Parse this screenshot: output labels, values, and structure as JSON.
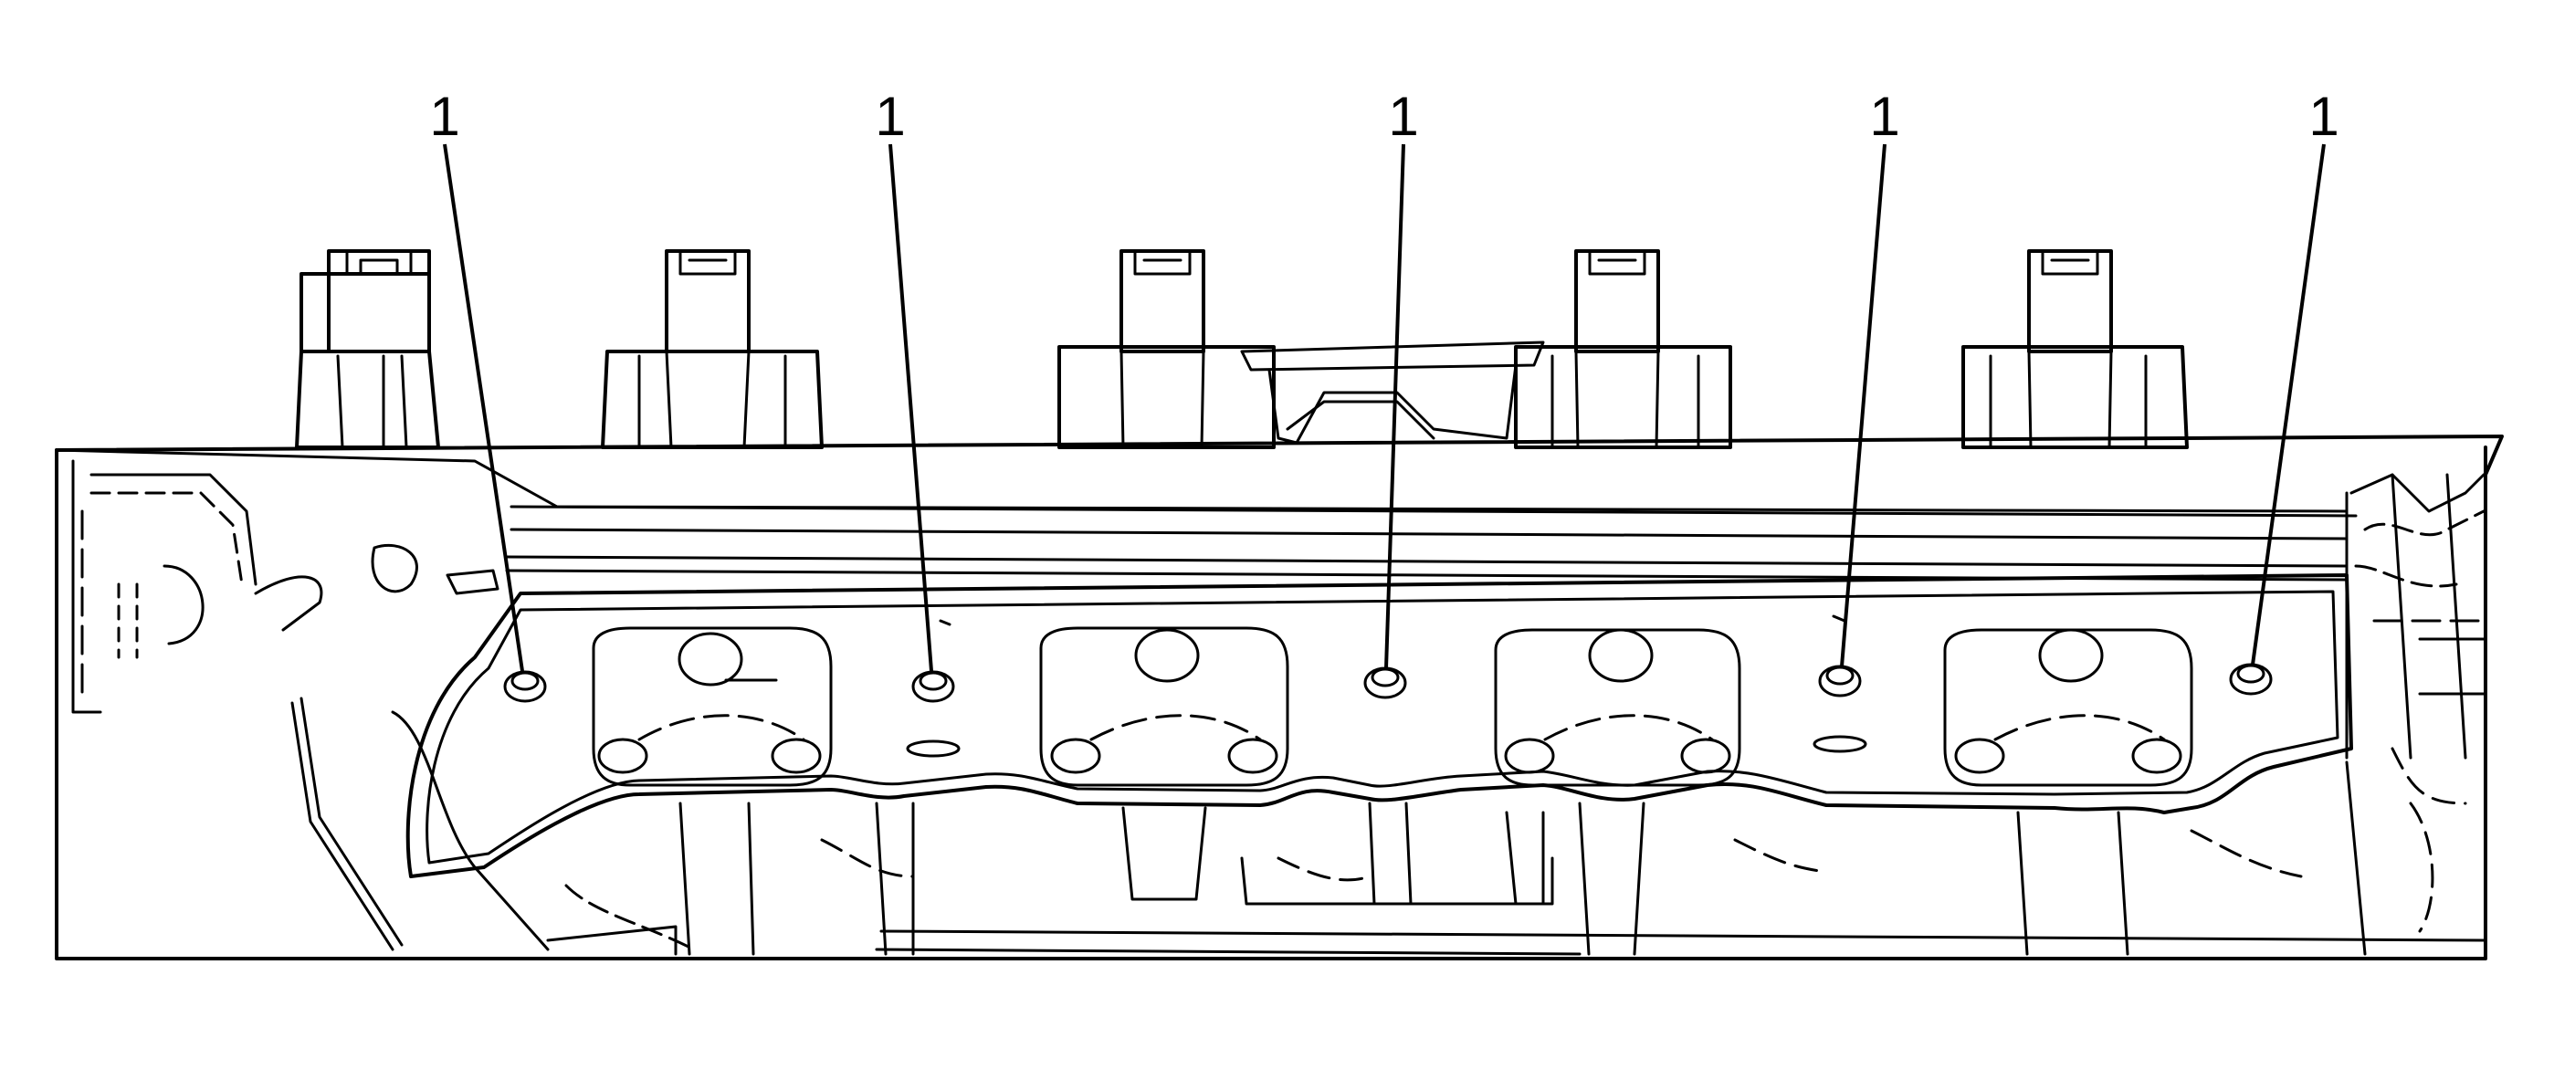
{
  "figure": {
    "type": "technical-line-drawing",
    "subject": "cylinder-head-with-exhaust-manifold-gasket",
    "line_color": "#000000",
    "background_color": "#ffffff"
  },
  "callouts": [
    {
      "label": "1"
    },
    {
      "label": "1"
    },
    {
      "label": "1"
    },
    {
      "label": "1"
    },
    {
      "label": "1"
    }
  ]
}
